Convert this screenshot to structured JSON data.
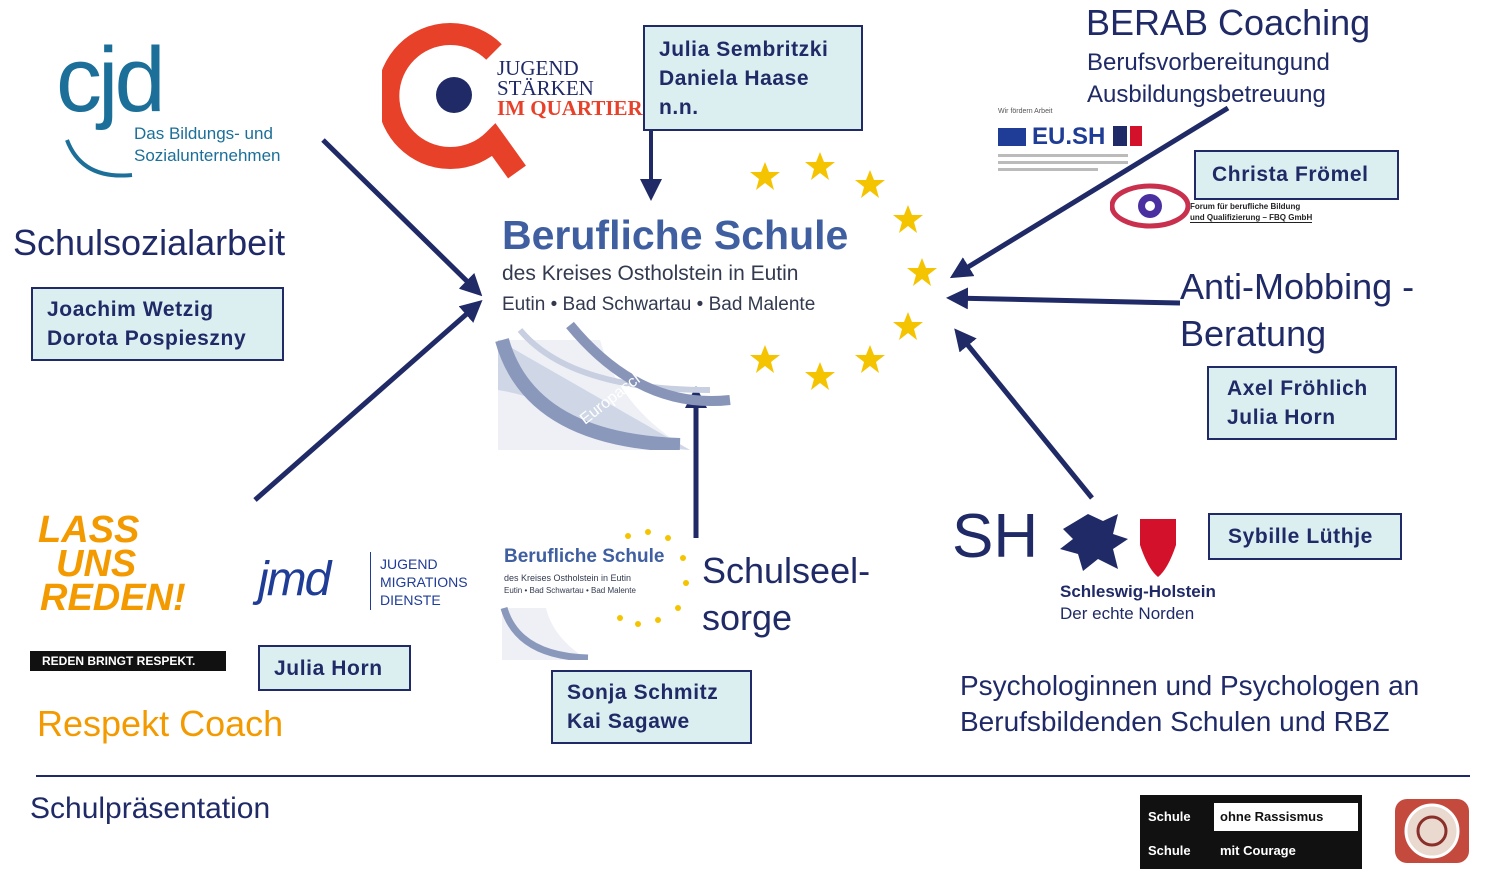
{
  "colors": {
    "navy": "#1f2a66",
    "box_fill": "#dbeef0",
    "orange": "#f39a00",
    "red": "#e8412a",
    "star": "#f5c400",
    "sh_red": "#d4112b"
  },
  "center_logo": {
    "title": "Berufliche Schule",
    "line2": "des Kreises Ostholstein in Eutin",
    "line3": "Eutin • Bad Schwartau • Bad Malente",
    "ribbon": "Europaschule"
  },
  "cjd_logo": {
    "mark": "cjd",
    "line1": "Das Bildungs- und",
    "line2": "Sozialunternehmen"
  },
  "jsq_logo": {
    "line1": "JUGEND",
    "line2": "STÄRKEN",
    "line3": "IM QUARTIER"
  },
  "jsq_box": {
    "names": [
      "Julia Sembritzki",
      "Daniela Haase",
      "n.n."
    ]
  },
  "schulsozialarbeit": {
    "title": "Schulsozialarbeit",
    "names": [
      "Joachim Wetzig",
      "Dorota Pospieszny"
    ]
  },
  "berab": {
    "title": "BERAB Coaching",
    "subtitle1": "Berufsvorbereitungund",
    "subtitle2": "Ausbildungsbetreuung",
    "names": [
      "Christa Frömel"
    ]
  },
  "eush_logo": {
    "small": "Wir fördern Arbeit",
    "text": "EU.SH"
  },
  "forum_logo": {
    "line1": "Forum für berufliche Bildung",
    "line2": "und Qualifizierung – FBQ GmbH"
  },
  "anti_mobbing": {
    "title_line1": "Anti-Mobbing -",
    "title_line2": "Beratung",
    "names": [
      "Axel Fröhlich",
      "Julia Horn"
    ]
  },
  "sh_logo": {
    "letters": "SH",
    "line1": "Schleswig-Holstein",
    "line2": "Der echte Norden"
  },
  "sybille_box": {
    "names": [
      "Sybille Lüthje"
    ]
  },
  "psychologen": {
    "line1": "Psychologinnen und Psychologen an",
    "line2": "Berufsbildenden Schulen und RBZ"
  },
  "lass_uns_reden": {
    "line1": "LASS",
    "line2": "UNS",
    "line3": "REDEN!",
    "tagline": "REDEN BRINGT RESPEKT."
  },
  "jmd_logo": {
    "mark": "jmd",
    "line1": "JUGEND",
    "line2": "MIGRATIONS",
    "line3": "DIENSTE"
  },
  "julia_horn_box": {
    "names": [
      "Julia Horn"
    ]
  },
  "respekt": {
    "title": "Respekt Coach"
  },
  "small_logo": {
    "title": "Berufliche Schule",
    "line2": "des Kreises Ostholstein in Eutin",
    "line3": "Eutin • Bad Schwartau • Bad Malente"
  },
  "schulseelsorge": {
    "title_line1": "Schulseel-",
    "title_line2": "sorge",
    "names": [
      "Sonja Schmitz",
      "Kai Sagawe"
    ]
  },
  "footer": {
    "label": "Schulpräsentation",
    "sor_badge": {
      "row1_left": "Schule",
      "row1_right": "ohne Rassismus",
      "row2_left": "Schule",
      "row2_right": "mit Courage"
    }
  }
}
